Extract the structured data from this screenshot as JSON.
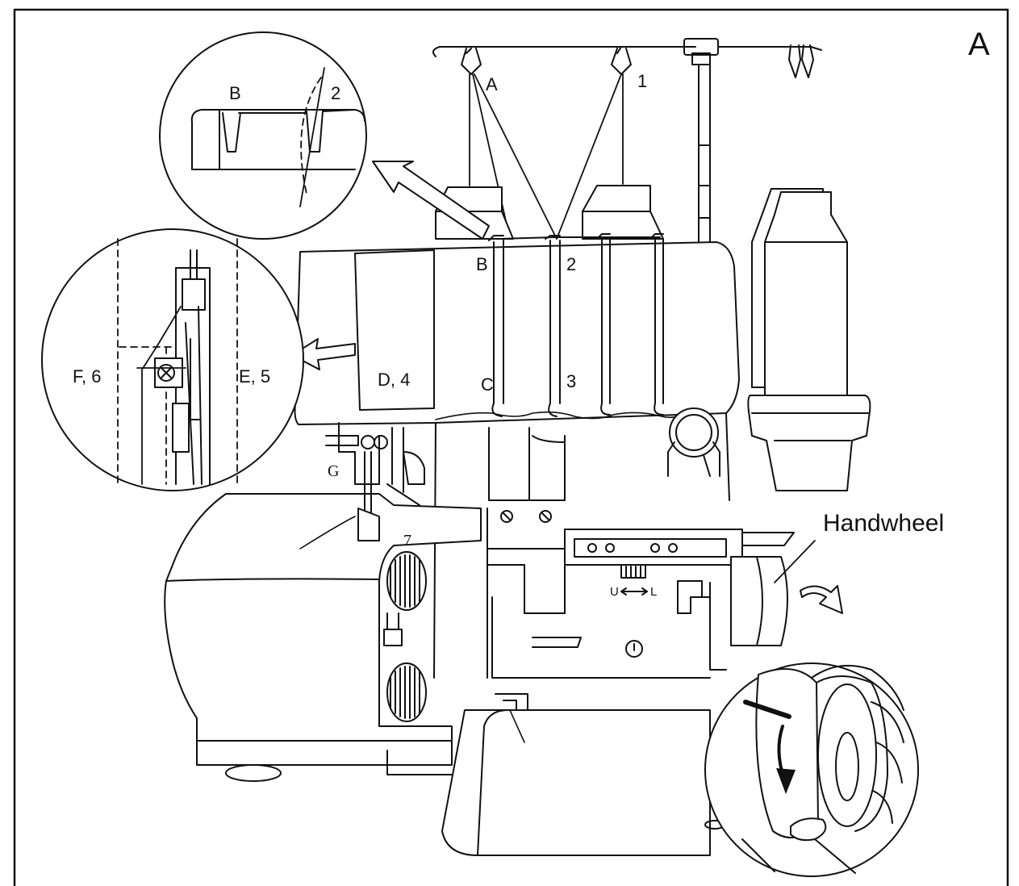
{
  "figure": {
    "panel_letter": "A",
    "callouts": {
      "inset_top": {
        "left": "B",
        "right": "2"
      },
      "thread_stand": {
        "guide_left": "A",
        "guide_right": "1"
      },
      "guide_bar": {
        "left": "B",
        "right": "2"
      },
      "tension_row": {
        "first": "D, 4",
        "second": "C",
        "third": "3"
      },
      "inset_needle": {
        "left": "F, 6",
        "right": "E, 5"
      },
      "needle_area": {
        "looper": "G",
        "foot": "7"
      },
      "handwheel": "Handwheel",
      "dial": "U",
      "dial_right": "L"
    },
    "colors": {
      "line": "#111111",
      "background": "#ffffff"
    }
  }
}
